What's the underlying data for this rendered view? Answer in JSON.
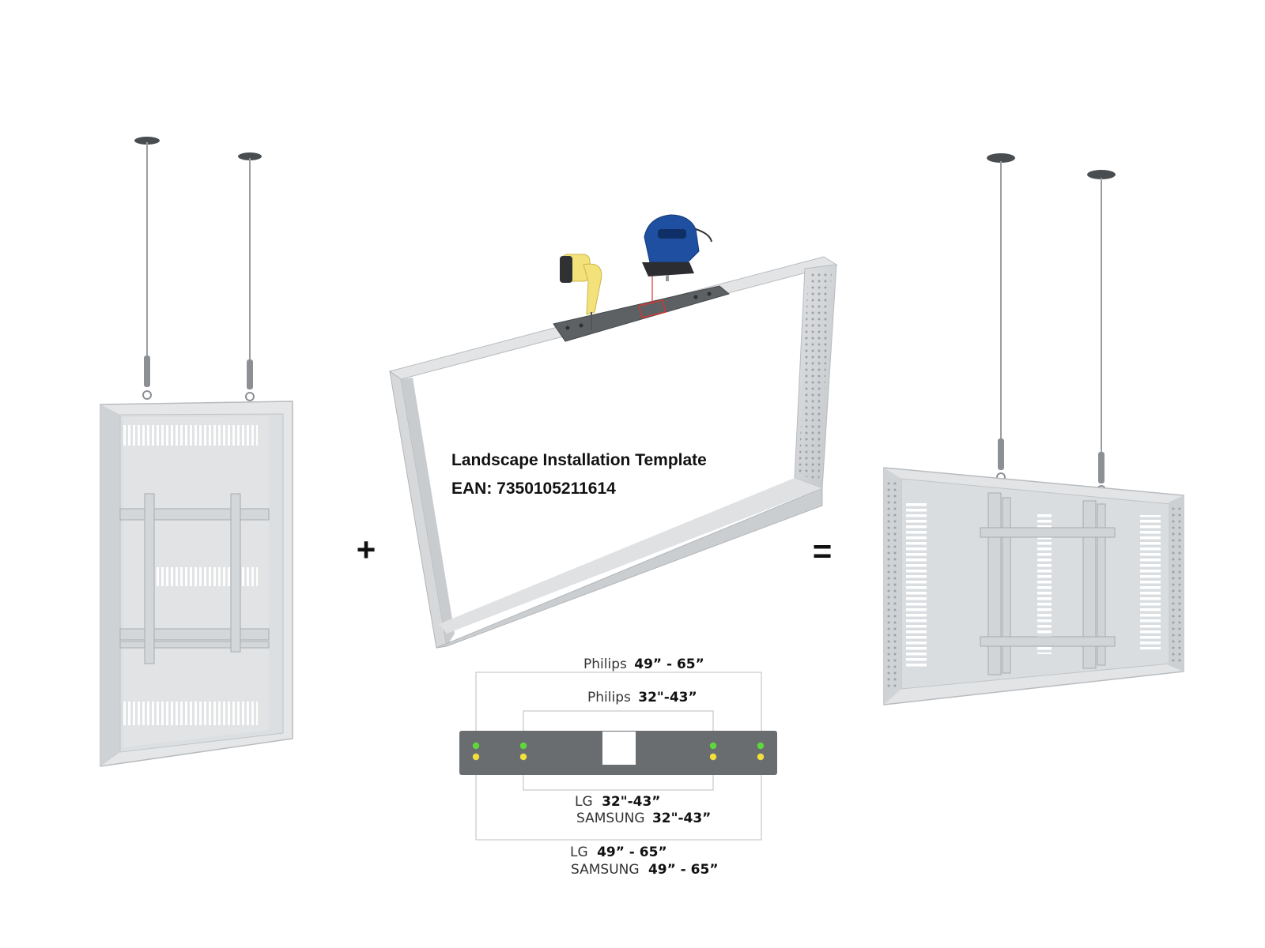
{
  "template": {
    "title": "Landscape Installation Template",
    "ean": "EAN: 7350105211614"
  },
  "operators": {
    "plus": "+",
    "equals": "="
  },
  "dimensions": {
    "philips_large": {
      "brand": "Philips",
      "size": "49” - 65”"
    },
    "philips_small": {
      "brand": "Philips",
      "size": "32\"-43”"
    },
    "lg_small": {
      "brand": "LG",
      "size": "32\"-43”"
    },
    "samsung_small": {
      "brand": "SAMSUNG",
      "size": "32\"-43”"
    },
    "lg_large": {
      "brand": "LG",
      "size": "49” - 65”"
    },
    "samsung_large": {
      "brand": "SAMSUNG",
      "size": "49” - 65”"
    }
  },
  "colors": {
    "enclosure": "#e3e5e6",
    "enclosure_shadow": "#c9cccf",
    "frame": "#d2d4d6",
    "plate": "#6a6d70",
    "green_dot": "#5fd63a",
    "yellow_dot": "#f0df3c",
    "drill_yellow": "#f3e27a",
    "jigsaw_blue": "#1f4fa0",
    "laser": "#e2322b"
  },
  "icons": [
    "drill-icon",
    "jigsaw-icon",
    "laser-line"
  ]
}
